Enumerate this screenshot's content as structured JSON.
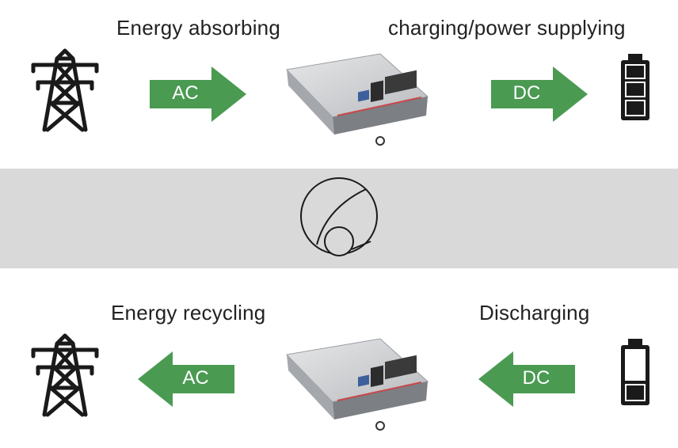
{
  "colors": {
    "arrow": "#4a9a52",
    "band": "#d9d9d9",
    "icon": "#1a1a1a"
  },
  "top": {
    "left_label": "Energy absorbing",
    "right_label": "charging/power supplying",
    "left_arrow": "AC",
    "right_arrow": "DC"
  },
  "bottom": {
    "left_label": "Energy recycling",
    "right_label": "Discharging",
    "left_arrow": "AC",
    "right_arrow": "DC"
  },
  "icons": {
    "tower": "power-tower-icon",
    "battery_full": "battery-full-icon",
    "battery_partial": "battery-partial-icon",
    "logo": "logo-mark",
    "psu": "power-supply-unit"
  }
}
